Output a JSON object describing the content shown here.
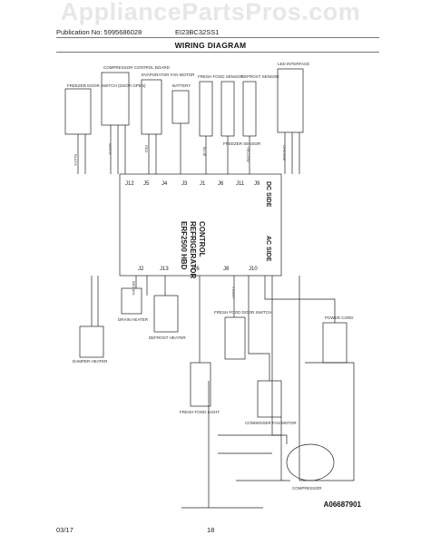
{
  "watermark": "AppliancePartsPros.com",
  "header": {
    "publication": "Publication No: 5995686028",
    "model": "EI23BC32SS1"
  },
  "title": "WIRING DIAGRAM",
  "diagram": {
    "board": {
      "name_line1": "ERF2500 HBD",
      "name_line2": "REFRIGERATOR",
      "name_line3": "CONTROL",
      "dc_side": "DC SIDE",
      "ac_side": "AC SIDE"
    },
    "dc_connectors": [
      "J12",
      "J5",
      "J4",
      "J3",
      "J1",
      "J6",
      "J11",
      "J9"
    ],
    "ac_connectors": [
      "J2",
      "J13",
      "J16",
      "J8",
      "J10"
    ],
    "dc_components": [
      "FREEZER DOOR SWITCH (DOOR OPEN)",
      "COMPRESSOR CONTROL BOARD",
      "EVAPORATOR FAN MOTOR",
      "BATTERY",
      "FRESH FOOD SENSOR",
      "FREEZER SENSOR",
      "DEFROST SENSOR",
      "LED INTERFACE"
    ],
    "ac_components": [
      "DAMPER HEATER",
      "DRAIN HEATER",
      "DEFROST HEATER",
      "FRESH FOOD LIGHT",
      "FRESH FOOD DOOR SWITCH",
      "CONDENSER FAN MOTOR",
      "COMPRESSOR",
      "POWER CORD"
    ],
    "wire_labels": [
      "BLACK",
      "WHITE",
      "RED",
      "BLUE",
      "YELLOW",
      "ORANGE",
      "BROWN",
      "VIOLET"
    ],
    "figure_id": "A06687901"
  },
  "footer": {
    "date": "03/17",
    "page": "18"
  }
}
